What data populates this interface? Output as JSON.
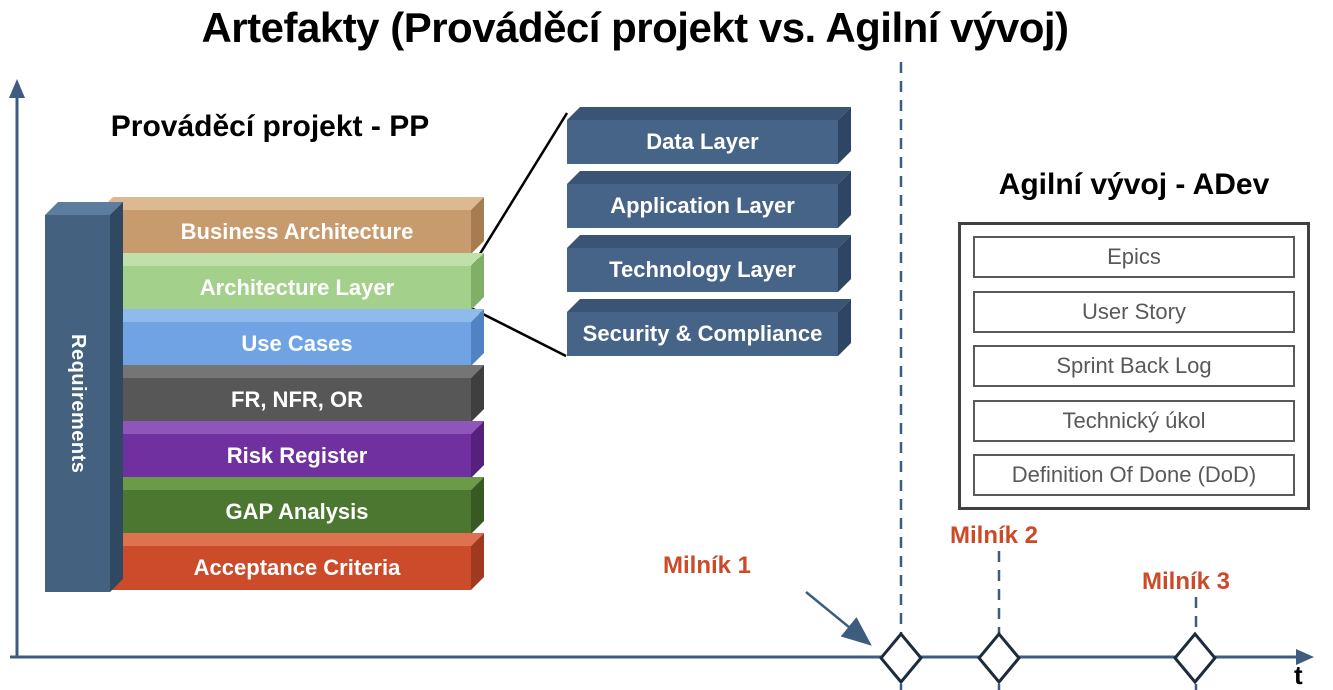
{
  "title": "Artefakty (Prováděcí projekt vs. Agilní vývoj)",
  "palette": {
    "axis": "#3E5C80",
    "connector": "#000000",
    "diamond_stroke": "#1E2B3C",
    "milestone": "#CB4A28",
    "agile_border": "#404040",
    "agile_item_border": "#595959",
    "agile_text": "#595959"
  },
  "pp": {
    "heading": "Prováděcí projekt - PP",
    "pillar": {
      "label": "Requirements",
      "face": "#456180",
      "top": "#5D7D9F",
      "side": "#2F4963"
    },
    "bars": [
      {
        "label": "Business Architecture",
        "face": "#C79B6E",
        "top": "#DCB991",
        "side": "#A67C50"
      },
      {
        "label": "Architecture Layer",
        "face": "#A3D18B",
        "top": "#BFE0A9",
        "side": "#82AF68"
      },
      {
        "label": "Use Cases",
        "face": "#6FA3E3",
        "top": "#8FBAEC",
        "side": "#5183C2"
      },
      {
        "label": "FR, NFR, OR",
        "face": "#575757",
        "top": "#757575",
        "side": "#3F3F3F"
      },
      {
        "label": "Risk Register",
        "face": "#7030A0",
        "top": "#8D56B8",
        "side": "#56207D"
      },
      {
        "label": "GAP Analysis",
        "face": "#4C7731",
        "top": "#6C9A4B",
        "side": "#375A22"
      },
      {
        "label": "Acceptance Criteria",
        "face": "#CC4B2B",
        "top": "#DE7250",
        "side": "#A03A1F"
      }
    ]
  },
  "callout": {
    "face": "#466488",
    "top": "#3B5474",
    "side": "#2E4564",
    "boxes": [
      {
        "label": "Data Layer"
      },
      {
        "label": "Application Layer"
      },
      {
        "label": "Technology Layer"
      },
      {
        "label": "Security & Compliance"
      }
    ]
  },
  "agile": {
    "heading": "Agilní vývoj - ADev",
    "items": [
      "Epics",
      "User Story",
      "Sprint Back Log",
      "Technický úkol",
      "Definition Of Done (DoD)"
    ]
  },
  "timeline": {
    "axis_label": "t",
    "milestones": [
      "Milník 1",
      "Milník 2",
      "Milník 3"
    ]
  }
}
